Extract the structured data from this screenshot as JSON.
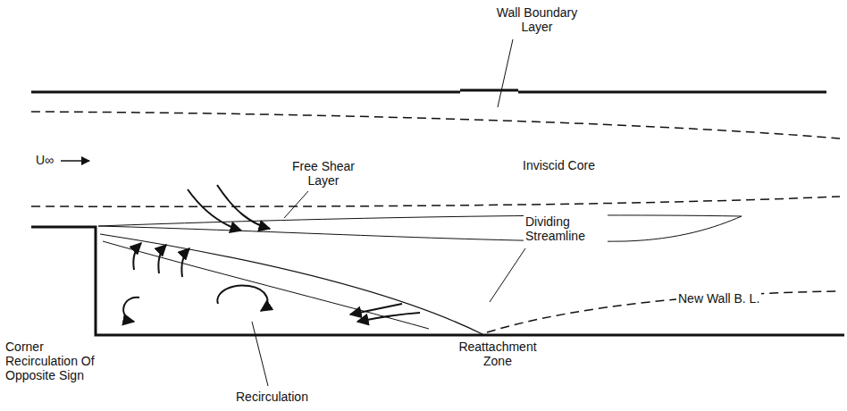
{
  "diagram": {
    "labels": [
      "Wall Boundary Layer",
      "Free Shear Layer",
      "Inviscid Core",
      "Dividing Streamline",
      "New Wall B. L.",
      "Reattachment Zone",
      "Corner Recirculation Of Opposite Sign",
      "Recirculation",
      "U∞"
    ]
  }
}
